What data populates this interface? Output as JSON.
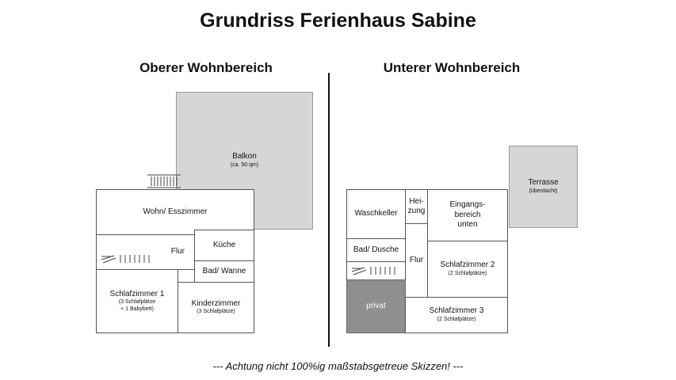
{
  "title": "Grundriss Ferienhaus Sabine",
  "upper": {
    "heading": "Oberer Wohnbereich",
    "balkon": {
      "name": "Balkon",
      "sub": "(ca. 50 qm)"
    },
    "wohn": "Wohn/ Esszimmer",
    "flur": "Flur",
    "kueche": "Küche",
    "bad": "Bad/ Wanne",
    "schlaf1": {
      "name": "Schlafzimmer 1",
      "sub1": "(3 Schlafplätze",
      "sub2": "+ 1 Babybett)"
    },
    "kinder": {
      "name": "Kinderzimmer",
      "sub": "(3 Schlafplätze)"
    }
  },
  "lower": {
    "heading": "Unterer Wohnbereich",
    "terrasse": {
      "name": "Terrasse",
      "sub": "(überdacht)"
    },
    "waschkeller": "Waschkeller",
    "heizung": {
      "line1": "Hei-",
      "line2": "zung"
    },
    "eingang": {
      "line1": "Eingangs-",
      "line2": "bereich",
      "line3": "unten"
    },
    "bad": "Bad/ Dusche",
    "flur": "Flur",
    "schlaf2": {
      "name": "Schlafzimmer 2",
      "sub": "(2 Schlafplätze)"
    },
    "privat": "privat",
    "schlaf3": {
      "name": "Schlafzimmer 3",
      "sub": "(2 Schlafplätze)"
    }
  },
  "note": "---   Achtung nicht 100%ig maßstabsgetreue Skizzen!   ---"
}
